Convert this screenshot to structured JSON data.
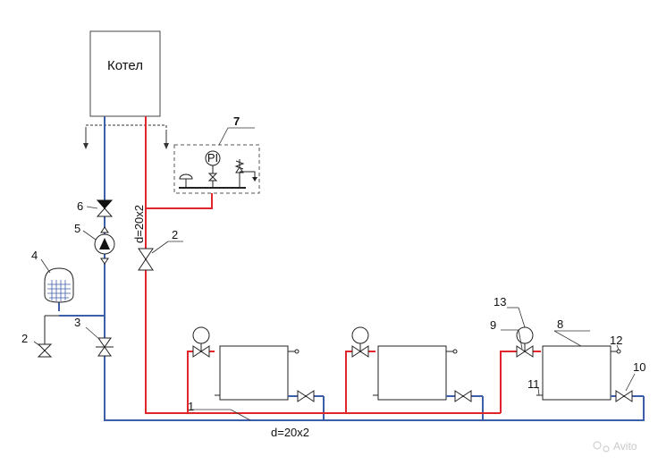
{
  "boiler": {
    "label": "Котел"
  },
  "dimensions": {
    "riser": "d=20x2",
    "main": "d=20x2"
  },
  "gauge": {
    "label": "PI"
  },
  "callouts": [
    "1",
    "2",
    "2",
    "3",
    "4",
    "5",
    "6",
    "7",
    "8",
    "9",
    "10",
    "11",
    "12",
    "13"
  ],
  "watermark": "Avito",
  "colors": {
    "supply": "#e0262b",
    "return": "#3d5ea8",
    "line": "#222222",
    "frame": "#555555"
  }
}
